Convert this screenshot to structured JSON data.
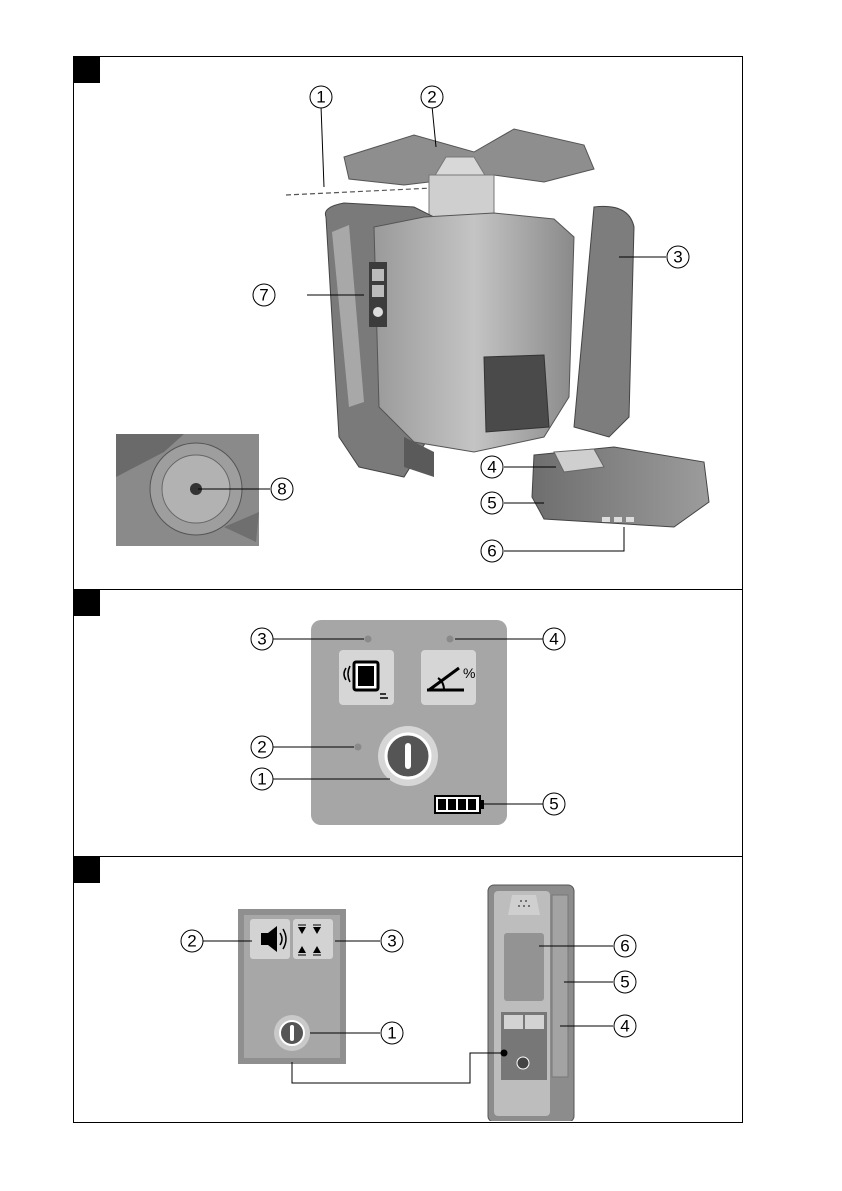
{
  "figure1": {
    "callouts": [
      "1",
      "2",
      "3",
      "4",
      "5",
      "6",
      "7",
      "8"
    ],
    "icon": "rotating-laser-with-battery"
  },
  "figure2": {
    "callouts": [
      "1",
      "2",
      "3",
      "4",
      "5"
    ],
    "icons": [
      "power-button-icon",
      "shock-warning-icon",
      "slope-mode-icon",
      "battery-level-icon"
    ],
    "slope_symbol": "%"
  },
  "figure3": {
    "callouts_left": [
      "1",
      "2",
      "3"
    ],
    "callouts_right": [
      "4",
      "5",
      "6"
    ],
    "icons": [
      "volume-icon",
      "detection-precision-icon",
      "power-button-icon",
      "laser-receiver-icon"
    ]
  }
}
